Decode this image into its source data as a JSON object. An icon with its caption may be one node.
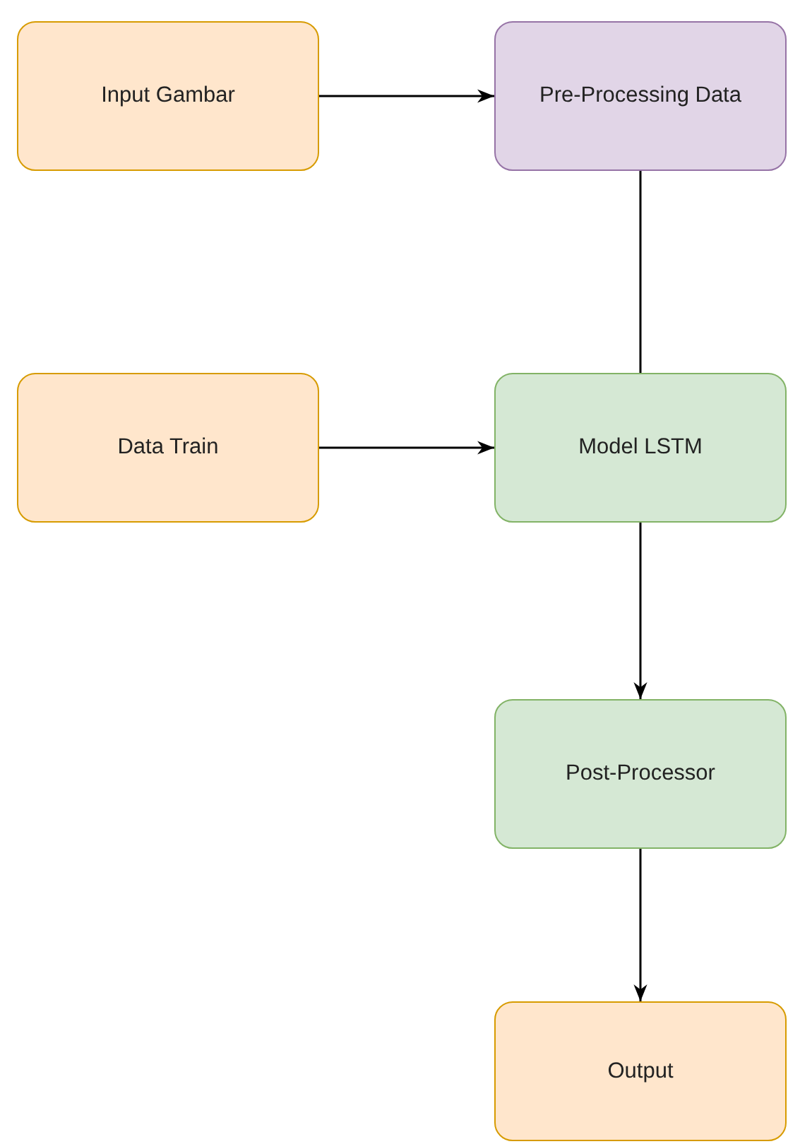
{
  "diagram": {
    "nodes": [
      {
        "text": [
          "Input Gambar"
        ]
      },
      {
        "text": [
          "Pre-Processing Data"
        ]
      },
      {
        "text": [
          "Data Train"
        ]
      },
      {
        "text": [
          "Model LSTM"
        ]
      },
      {
        "text": [
          "Post-Processor"
        ]
      },
      {
        "text": [
          "Output"
        ]
      }
    ],
    "edges": [
      {
        "from": 0,
        "to": 1,
        "arrow": "to"
      },
      {
        "from": 1,
        "to": 3,
        "arrow": "none"
      },
      {
        "from": 2,
        "to": 3,
        "arrow": "to"
      },
      {
        "from": 3,
        "to": 4,
        "arrow": "to"
      },
      {
        "from": 4,
        "to": 5,
        "arrow": "to"
      }
    ]
  }
}
